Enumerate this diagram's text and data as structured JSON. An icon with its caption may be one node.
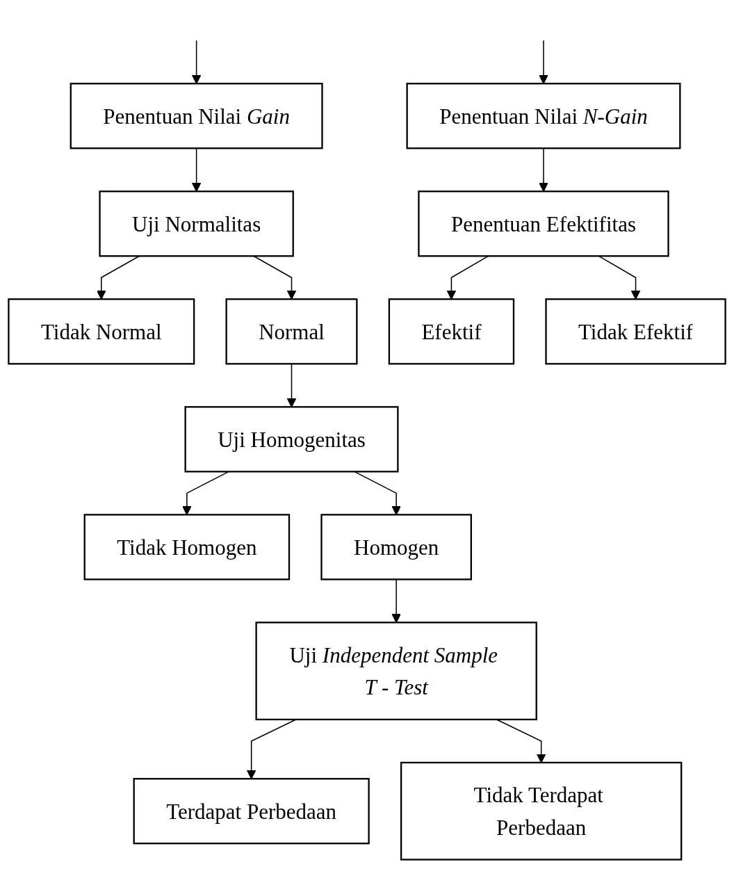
{
  "diagram": {
    "nodes": [
      {
        "text": [
          "Penentuan Nilai *Gain*"
        ]
      },
      {
        "text": [
          "Penentuan Nilai *N-Gain*"
        ]
      },
      {
        "text": [
          "Uji Normalitas"
        ]
      },
      {
        "text": [
          "Penentuan Efektifitas"
        ]
      },
      {
        "text": [
          "Tidak Normal"
        ]
      },
      {
        "text": [
          "Normal"
        ]
      },
      {
        "text": [
          "Efektif"
        ]
      },
      {
        "text": [
          "Tidak Efektif"
        ]
      },
      {
        "text": [
          "Uji Homogenitas"
        ]
      },
      {
        "text": [
          "Tidak Homogen"
        ]
      },
      {
        "text": [
          "Homogen"
        ]
      },
      {
        "text": [
          "Uji *Independent Sample T - Test*"
        ]
      },
      {
        "text": [
          "Terdapat Perbedaan"
        ]
      },
      {
        "text": [
          "Tidak Terdapat Perbedaan"
        ]
      }
    ],
    "edges": [
      {
        "from": null,
        "to": 0,
        "arrow": "to"
      },
      {
        "from": null,
        "to": 1,
        "arrow": "to"
      },
      {
        "from": 0,
        "to": 2,
        "arrow": "to"
      },
      {
        "from": 1,
        "to": 3,
        "arrow": "to"
      },
      {
        "from": 2,
        "to": 4,
        "arrow": "to"
      },
      {
        "from": 2,
        "to": 5,
        "arrow": "to"
      },
      {
        "from": 3,
        "to": 6,
        "arrow": "to"
      },
      {
        "from": 3,
        "to": 7,
        "arrow": "to"
      },
      {
        "from": 5,
        "to": 8,
        "arrow": "to"
      },
      {
        "from": 8,
        "to": 9,
        "arrow": "to"
      },
      {
        "from": 8,
        "to": 10,
        "arrow": "to"
      },
      {
        "from": 10,
        "to": 11,
        "arrow": "to"
      },
      {
        "from": 11,
        "to": 12,
        "arrow": "to"
      },
      {
        "from": 11,
        "to": 13,
        "arrow": "to"
      }
    ]
  }
}
